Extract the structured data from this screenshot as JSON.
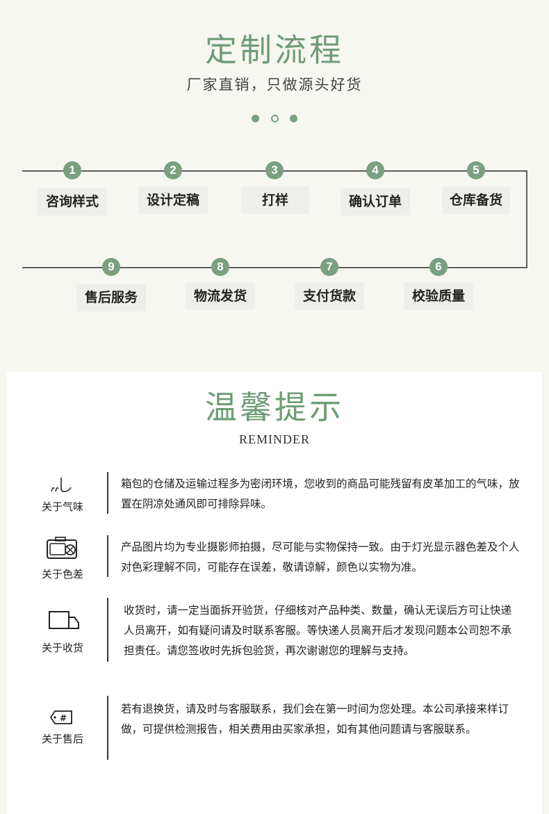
{
  "process": {
    "title": "定制流程",
    "subtitle": "厂家直销，只做源头好货",
    "steps_row1": [
      {
        "num": "1",
        "label": "咨询样式"
      },
      {
        "num": "2",
        "label": "设计定稿"
      },
      {
        "num": "3",
        "label": "打样"
      },
      {
        "num": "4",
        "label": "确认订单"
      },
      {
        "num": "5",
        "label": "仓库备货"
      }
    ],
    "steps_row2": [
      {
        "num": "9",
        "label": "售后服务"
      },
      {
        "num": "8",
        "label": "物流发货"
      },
      {
        "num": "7",
        "label": "支付货款"
      },
      {
        "num": "6",
        "label": "校验质量"
      }
    ],
    "accent_color": "#7aa07f"
  },
  "reminder": {
    "title": "温馨提示",
    "subtitle": "REMINDER",
    "tips": [
      {
        "icon": "smell-icon",
        "label": "关于气味",
        "text": "箱包的仓储及运输过程多为密闭环境，您收到的商品可能残留有皮革加工的气味，放置在阴凉处通风即可排除异味。"
      },
      {
        "icon": "camera-icon",
        "label": "关于色差",
        "text": "产品图片均为专业摄影师拍摄，尽可能与实物保持一致。由于灯光显示器色差及个人对色彩理解不同，可能存在误差，敬请谅解，颜色以实物为准。"
      },
      {
        "icon": "truck-icon",
        "label": "关于收货",
        "text": "收货时，请一定当面拆开验货，仔细核对产品种类、数量，确认无误后方可让快递人员离开，如有疑问请及时联系客服。等快递人员离开后才发现问题本公司恕不承担责任。请您签收时先拆包验货，再次谢谢您的理解与支持。"
      },
      {
        "icon": "tag-icon",
        "label": "关于售后",
        "text": "若有退换货，请及时与客服联系，我们会在第一时间为您处理。本公司承接来样订做，可提供检测报告，相关费用由买家承担，如有其他问题请与客服联系。"
      }
    ]
  }
}
